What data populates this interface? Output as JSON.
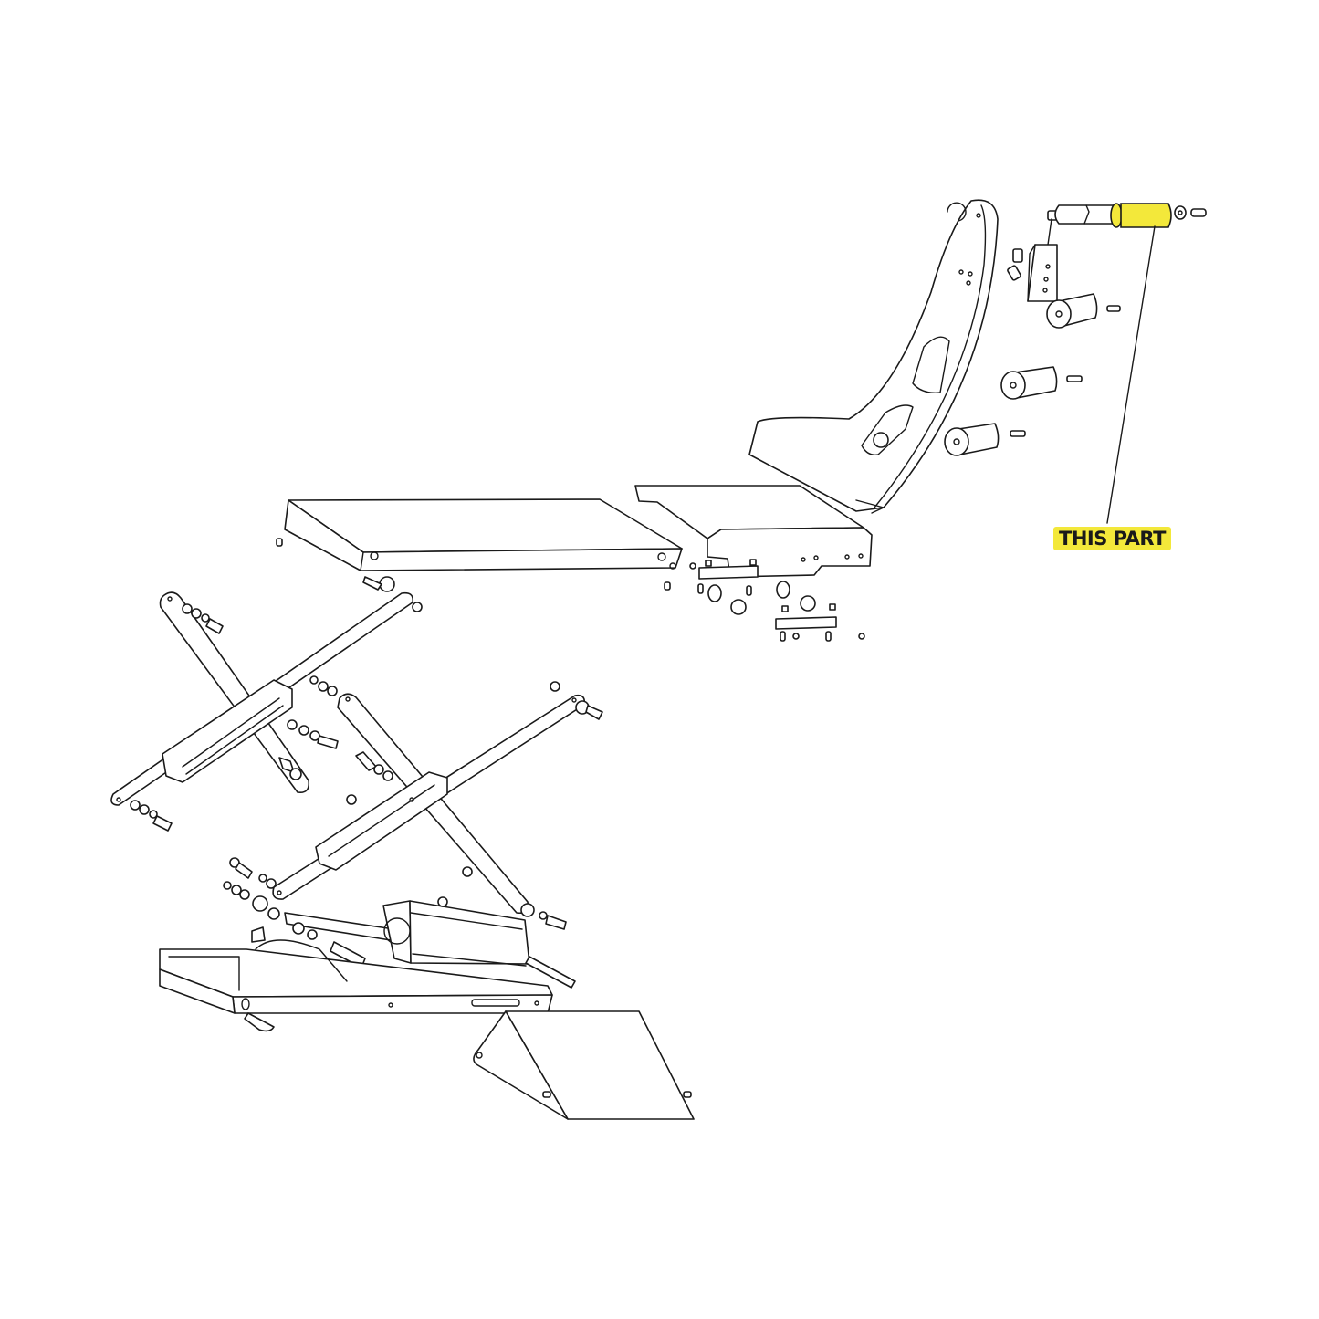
{
  "diagram": {
    "type": "exploded-parts-view",
    "subject": "lift chair / recliner mechanism assembly",
    "highlight_color": "#f3e83a",
    "line_color": "#1a1a1a",
    "background": "#ffffff",
    "callout": {
      "label": "THIS PART",
      "target": "sleeve / bushing on pivot shaft (upper right)"
    },
    "assemblies": [
      {
        "name": "backrest-side-frame",
        "description": "curved side frame with slots"
      },
      {
        "name": "pivot-shaft-with-sleeve",
        "description": "shaft with highlighted sleeve, washer and bolt"
      },
      {
        "name": "valve-block",
        "description": "pneumatic valve block with elbow fittings"
      },
      {
        "name": "roller-spacers",
        "description": "three flanged roller spacers with bolts"
      },
      {
        "name": "seat-panel",
        "description": "flat seat platform"
      },
      {
        "name": "front-panel",
        "description": "formed footrest bracket with holes"
      },
      {
        "name": "roller-brackets",
        "description": "angle brackets with rollers, nuts and bolts"
      },
      {
        "name": "scissor-linkage-upper",
        "description": "crossed arms with slotted channels"
      },
      {
        "name": "scissor-linkage-lower",
        "description": "crossed arms with bolts and washers"
      },
      {
        "name": "actuator",
        "description": "linear actuator motor with rod"
      },
      {
        "name": "base-frame",
        "description": "rectangular base frame with slot"
      },
      {
        "name": "cover-plate",
        "description": "angled cover plate"
      }
    ]
  }
}
